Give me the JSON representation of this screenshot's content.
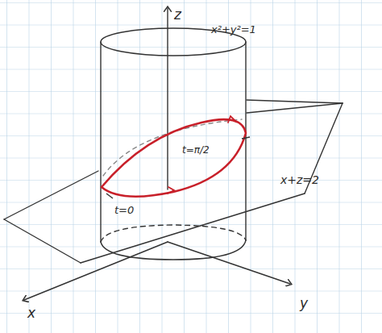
{
  "diagram": {
    "labels": [
      "z",
      "x²+y²=1",
      "x+z=2",
      "t=0",
      "t=π/2",
      "x",
      "y"
    ]
  }
}
